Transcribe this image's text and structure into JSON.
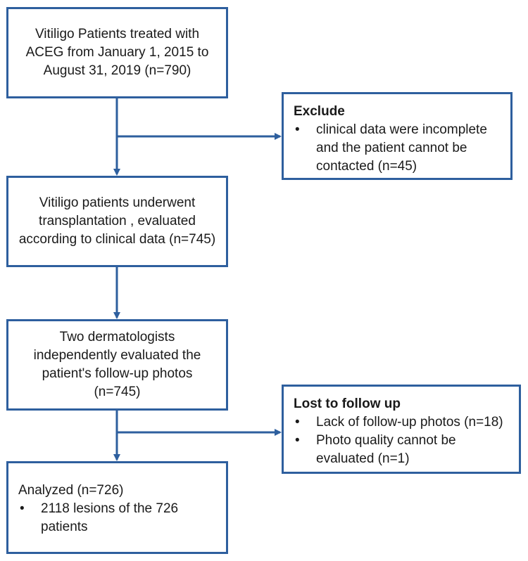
{
  "diagram": {
    "box_start": {
      "text": "Vitiligo Patients treated with ACEG from January 1, 2015 to August 31, 2019 (n=790)"
    },
    "box_exclude": {
      "heading": "Exclude",
      "items": [
        "clinical data were incomplete and the patient cannot be contacted (n=45)"
      ]
    },
    "box_transplant": {
      "text": "Vitiligo patients underwent transplantation , evaluated according to clinical data (n=745)"
    },
    "box_dermatologists": {
      "text": "Two dermatologists independently evaluated the patient's follow-up photos (n=745)"
    },
    "box_lost": {
      "heading": "Lost to follow up",
      "items": [
        "Lack of follow-up photos (n=18)",
        "Photo quality cannot be evaluated (n=1)"
      ]
    },
    "box_analyzed": {
      "heading": "Analyzed (n=726)",
      "items": [
        "2118 lesions of the 726 patients"
      ]
    },
    "bullet_glyph": "•",
    "colors": {
      "border": "#2e5f9e",
      "arrow": "#2e5f9e",
      "text": "#1a1a1a"
    }
  }
}
